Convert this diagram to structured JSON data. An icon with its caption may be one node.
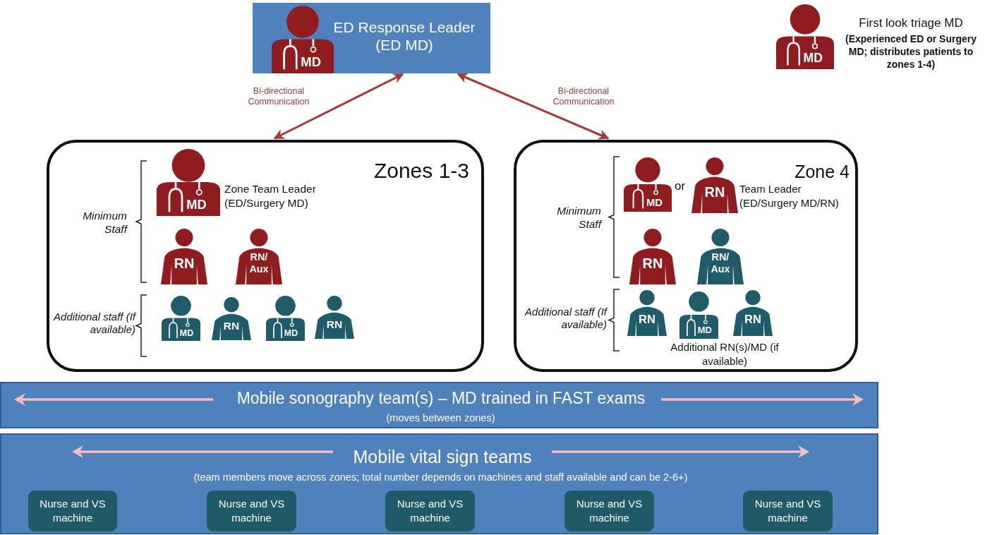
{
  "diagram": {
    "nodes": [
      {
        "text": [
          "ED Response Leader (ED MD)"
        ]
      },
      {
        "text": [
          "MD"
        ],
        "in": 0
      },
      {
        "text": [
          "MD"
        ],
        "beside": [
          "First look triage MD",
          "(Experienced ED or Surgery MD; distributes patients to zones 1-4)"
        ]
      },
      {
        "text": [
          "Zones 1-3"
        ]
      },
      {
        "text": [
          "MD"
        ],
        "in": 3,
        "beside": [
          "Zone Team Leader (ED/Surgery MD)"
        ]
      },
      {
        "text": [
          "RN"
        ],
        "in": 3
      },
      {
        "text": [
          "RN/ Aux"
        ],
        "in": 3
      },
      {
        "text": [
          "MD"
        ],
        "in": 3
      },
      {
        "text": [
          "RN"
        ],
        "in": 3
      },
      {
        "text": [
          "MD"
        ],
        "in": 3
      },
      {
        "text": [
          "RN"
        ],
        "in": 3
      },
      {
        "text": [
          "Zone 4"
        ]
      },
      {
        "text": [
          "MD"
        ],
        "in": 11
      },
      {
        "text": [
          "RN"
        ],
        "in": 11,
        "beside": [
          "Team Leader (ED/Surgery MD/RN)"
        ]
      },
      {
        "text": [
          "RN"
        ],
        "in": 11
      },
      {
        "text": [
          "RN/ Aux"
        ],
        "in": 11
      },
      {
        "text": [
          "RN"
        ],
        "in": 11
      },
      {
        "text": [
          "MD"
        ],
        "in": 11,
        "beside": [
          "Additional RN(s)/MD (if available)"
        ]
      },
      {
        "text": [
          "RN"
        ],
        "in": 11
      },
      {
        "text": [
          "Mobile sonography team(s) – MD trained in FAST exams",
          "(moves between zones)"
        ]
      },
      {
        "text": [
          "Mobile vital sign teams",
          "(team members move across zones; total number depends on machines and staff available and can be 2-6+)"
        ]
      },
      {
        "text": [
          "Nurse and VS machine"
        ],
        "in": 20
      },
      {
        "text": [
          "Nurse and VS machine"
        ],
        "in": 20
      },
      {
        "text": [
          "Nurse and VS machine"
        ],
        "in": 20
      },
      {
        "text": [
          "Nurse and VS machine"
        ],
        "in": 20
      },
      {
        "text": [
          "Nurse and VS machine"
        ],
        "in": 20
      }
    ],
    "edges": [
      {
        "from": 0,
        "to": 3,
        "arrow": "both",
        "label": "Bi-directional Communication"
      },
      {
        "from": 0,
        "to": 11,
        "arrow": "both",
        "label": "Bi-directional Communication"
      }
    ],
    "labels": [
      "Minimum Staff",
      "Additional staff (If available)",
      "Minimum Staff",
      "or",
      "Additional staff (If available)"
    ]
  }
}
